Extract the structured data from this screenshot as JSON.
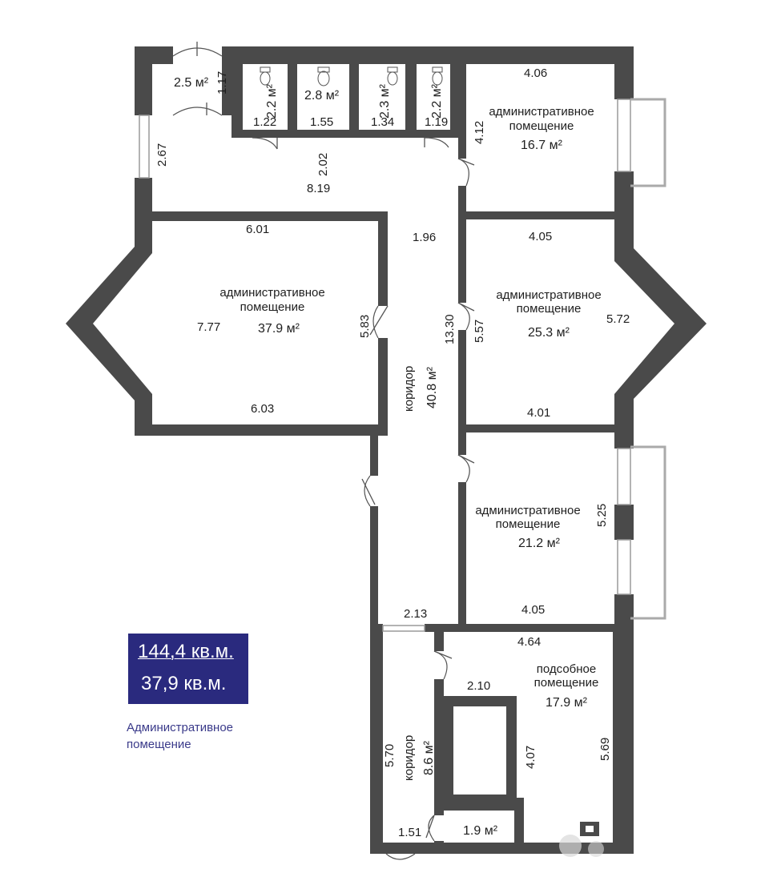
{
  "legend": {
    "total_area": "144,4 кв.м.",
    "room_area": "37,9 кв.м.",
    "caption_line1": "Административное",
    "caption_line2": "помещение"
  },
  "rooms": {
    "vestibule": {
      "area": "2.5 м²",
      "dim_h": "1.17"
    },
    "wc1": {
      "area": "2.2 м²",
      "dim_w": "1.22"
    },
    "wc2": {
      "area": "2.8 м²",
      "dim_w": "1.55"
    },
    "wc3": {
      "area": "2.3 м²",
      "dim_w": "1.34"
    },
    "wc4": {
      "area": "2.2 м²",
      "dim_w": "1.19"
    },
    "hall": {
      "dim_left": "2.67",
      "dim_mid": "2.02",
      "dim_len": "8.19"
    },
    "office_top_right": {
      "name1": "административное",
      "name2": "помещение",
      "area": "16.7 м²",
      "dim_top": "4.06",
      "dim_side": "4.12"
    },
    "office_big_left": {
      "name1": "административное",
      "name2": "помещение",
      "area": "37.9 м²",
      "dim_top": "6.01",
      "dim_bottom": "6.03",
      "dim_left": "7.77",
      "dim_right": "5.83"
    },
    "office_mid_right": {
      "name1": "административное",
      "name2": "помещение",
      "area": "25.3 м²",
      "dim_top": "4.05",
      "dim_bottom": "4.01",
      "dim_left": "5.57",
      "dim_right": "5.72"
    },
    "office_low_right": {
      "name1": "административное",
      "name2": "помещение",
      "area": "21.2 м²",
      "dim_bottom": "4.05",
      "dim_side": "5.25"
    },
    "corridor_main": {
      "name": "коридор",
      "area": "40.8 м²",
      "dim_width": "1.96",
      "dim_len": "13.30",
      "dim_bottom": "2.13"
    },
    "utility": {
      "name1": "подсобное",
      "name2": "помещение",
      "area": "17.9 м²",
      "dim_top": "4.64",
      "dim_inner": "2.10",
      "dim_pillar": "4.07",
      "dim_side": "5.69"
    },
    "corridor_small": {
      "name": "коридор",
      "area": "8.6 м²",
      "dim_len": "5.70",
      "dim_bottom": "1.51"
    },
    "closet": {
      "area": "1.9 м²"
    }
  },
  "colors": {
    "wall": "#4a4a4a",
    "legend_bg": "#2a2a7e",
    "legend_text": "#ffffff",
    "caption": "#3a3a8a"
  }
}
